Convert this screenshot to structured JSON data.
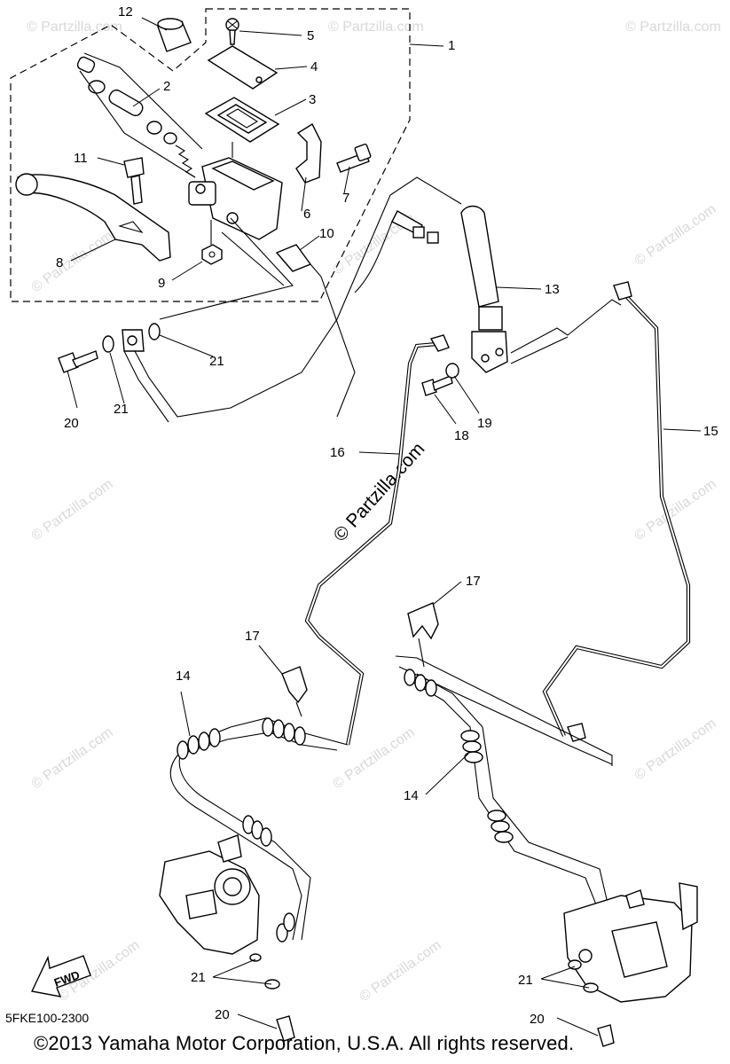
{
  "diagram": {
    "callouts": [
      "1",
      "2",
      "3",
      "4",
      "5",
      "6",
      "7",
      "8",
      "9",
      "10",
      "11",
      "12",
      "13",
      "14",
      "14",
      "15",
      "16",
      "17",
      "17",
      "18",
      "19",
      "20",
      "20",
      "20",
      "21",
      "21",
      "21",
      "21"
    ],
    "watermark_text": "© Partzilla.com",
    "center_watermark": "© Partzilla.com",
    "fwd_label": "FWD",
    "diagram_code": "5FKE100-2300",
    "copyright": "©2013  Yamaha Motor Corporation, U.S.A. All rights reserved."
  }
}
